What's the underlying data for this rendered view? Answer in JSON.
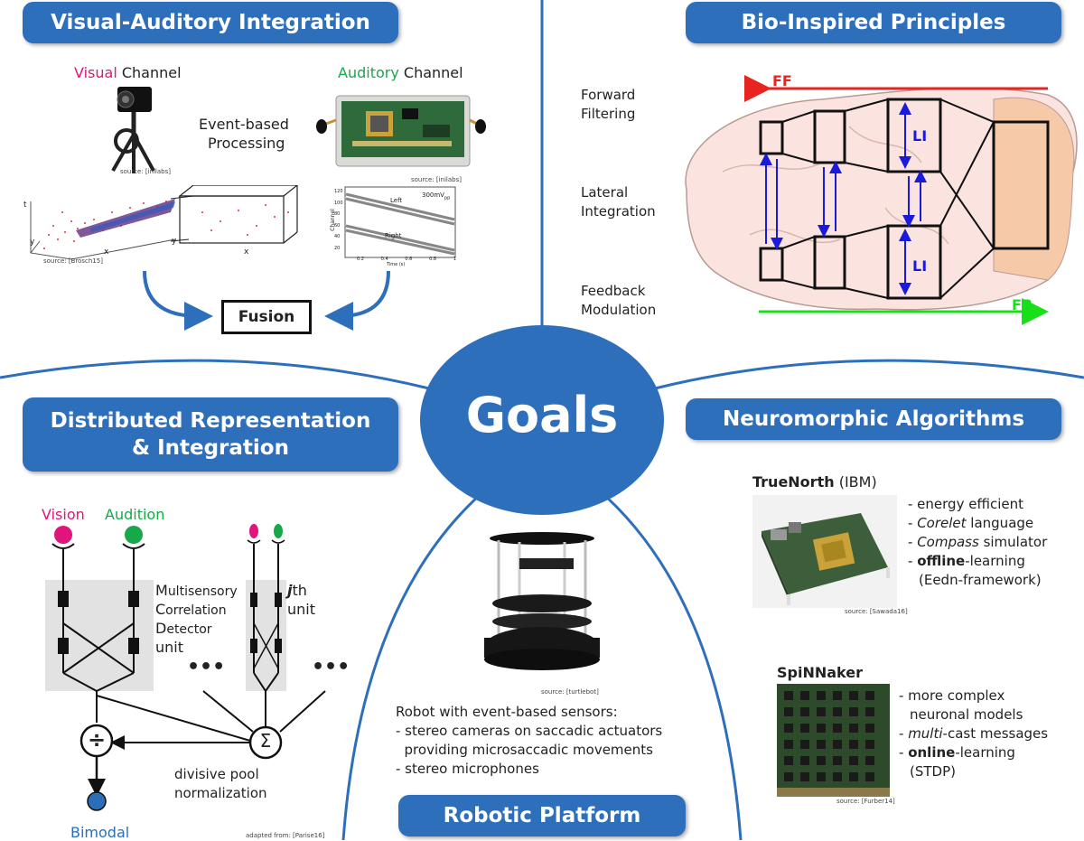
{
  "center": {
    "title": "Goals"
  },
  "visual_auditory": {
    "header": "Visual-Auditory Integration",
    "visual_word": "Visual",
    "auditory_word": "Auditory",
    "channel_word": "Channel",
    "event_based": "Event-based",
    "processing": "Processing",
    "src_inilabs_1": "source: [inilabs]",
    "src_inilabs_2": "source: [inilabs]",
    "src_brosch": "source: [Brosch15]",
    "fusion": "Fusion",
    "plot_left_label": "Left",
    "plot_right_label": "Right",
    "plot_voltage": "300mV",
    "plot_voltage_sub": "pp",
    "plot_xlabel": "Time (s)",
    "plot_ylabel": "Channel",
    "plot_xticks": [
      "0.2",
      "0.4",
      "0.6",
      "0.8",
      "1"
    ],
    "plot_yticks": [
      "120",
      "100",
      "80",
      "60",
      "40",
      "20"
    ],
    "axis_t": "t",
    "axis_y1": "y",
    "axis_x1": "x",
    "axis_y2": "y",
    "axis_x2": "x"
  },
  "bio": {
    "header": "Bio-Inspired Principles",
    "forward": "Forward",
    "filtering": "Filtering",
    "lateral": "Lateral",
    "integration": "Integration",
    "feedback": "Feedback",
    "modulation": "Modulation",
    "ff": "FF",
    "fb": "FB",
    "li_top": "LI",
    "li_bottom": "LI"
  },
  "distributed": {
    "header_line1": "Distributed Representation",
    "header_line2": "& Integration",
    "vision": "Vision",
    "audition": "Audition",
    "m": "M",
    "m_rest": "ultisensory",
    "c": "C",
    "c_rest": "orrelation",
    "d": "D",
    "d_rest": "etector",
    "unit": "unit",
    "jth_j": "j",
    "jth_th": "th",
    "jth_unit": "unit",
    "dots": "•••",
    "divisive_pool": "divisive pool",
    "normalization": "normalization",
    "bimodal": "Bimodal",
    "divide_symbol": "÷",
    "sigma_symbol": "Σ",
    "adapted": "adapted from: [Parise16]"
  },
  "robotic": {
    "header": "Robotic Platform",
    "src": "source: [turtlebot]",
    "line1": "Robot with event-based sensors:",
    "line2": "- stereo cameras on saccadic actuators",
    "line3": "  providing microsaccadic movements",
    "line4": "- stereo microphones"
  },
  "neuromorphic": {
    "header": "Neuromorphic Algorithms",
    "truenorth": "TrueNorth",
    "ibm": "(IBM)",
    "tn_items": [
      "- energy efficient",
      "Corelet",
      "language",
      "Compass",
      "simulator",
      "offline",
      "-learning",
      "(Eedn-framework)"
    ],
    "src_sawada": "source: [Sawada16]",
    "spinnaker": "SpiNNaker",
    "sp_items": [
      "- more complex",
      "neuronal models",
      "multi",
      "-cast messages",
      "online",
      "-learning",
      "(STDP)"
    ],
    "src_furber": "source: [Furber14]"
  },
  "colors": {
    "header_blue": "#2e6fbc",
    "vision_magenta": "#e0147a",
    "audition_green": "#17a84a",
    "ff_red": "#e8241f",
    "fb_green": "#18e018",
    "li_blue": "#1a1adb",
    "bimodal_blue": "#2a6fb8"
  }
}
